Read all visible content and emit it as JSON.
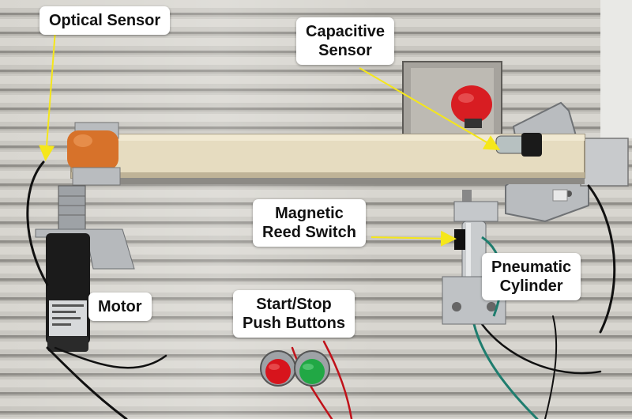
{
  "labels": {
    "optical_sensor": "Optical Sensor",
    "capacitive_sensor": [
      "Capacitive",
      "Sensor"
    ],
    "magnetic_reed_switch": [
      "Magnetic",
      "Reed Switch"
    ],
    "pneumatic_cylinder": [
      "Pneumatic",
      "Cylinder"
    ],
    "motor": "Motor",
    "start_stop_push_buttons": [
      "Start/Stop",
      "Push Buttons"
    ]
  },
  "colors": {
    "wall": "#c8c6c0",
    "wall_shadow": "#8e8c87",
    "conveyor": "#e6dcc0",
    "arrow": "#f5e71a",
    "sensor_orange": "#d7722a",
    "sensor_red": "#d81d22",
    "button_red": "#d7141c",
    "button_green": "#21a845",
    "motor_body": "#1b1b1b",
    "metal": "#b9bcbf"
  },
  "icons": {
    "motor": "motor-icon",
    "optical_sensor": "optical-sensor-icon",
    "capacitive_sensor": "capacitive-sensor-icon",
    "pneumatic_cylinder": "pneumatic-cylinder-icon",
    "reed_switch": "reed-switch-icon",
    "push_buttons": "push-button-icon"
  }
}
